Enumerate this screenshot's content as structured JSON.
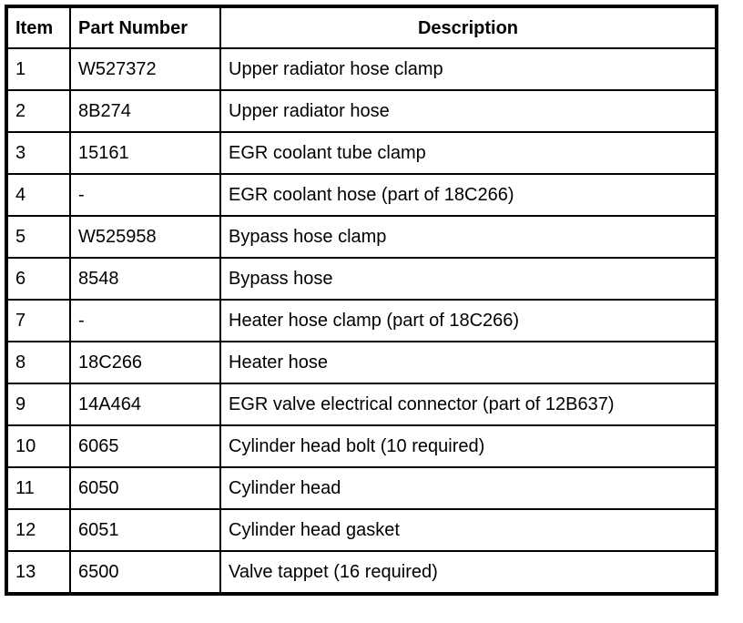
{
  "table": {
    "name": "engine-parts-list",
    "columns": [
      {
        "key": "item",
        "label": "Item",
        "align": "left"
      },
      {
        "key": "part_number",
        "label": "Part Number",
        "align": "left"
      },
      {
        "key": "description",
        "label": "Description",
        "align": "center"
      }
    ],
    "rows": [
      {
        "item": "1",
        "part_number": "W527372",
        "description": "Upper radiator hose clamp"
      },
      {
        "item": "2",
        "part_number": "8B274",
        "description": "Upper radiator hose"
      },
      {
        "item": "3",
        "part_number": "15161",
        "description": "EGR coolant tube clamp"
      },
      {
        "item": "4",
        "part_number": "-",
        "description": "EGR coolant hose (part of 18C266)"
      },
      {
        "item": "5",
        "part_number": "W525958",
        "description": "Bypass hose clamp"
      },
      {
        "item": "6",
        "part_number": "8548",
        "description": "Bypass hose"
      },
      {
        "item": "7",
        "part_number": "-",
        "description": "Heater hose clamp (part of 18C266)"
      },
      {
        "item": "8",
        "part_number": "18C266",
        "description": "Heater hose"
      },
      {
        "item": "9",
        "part_number": "14A464",
        "description": "EGR valve electrical connector (part of 12B637)"
      },
      {
        "item": "10",
        "part_number": "6065",
        "description": "Cylinder head bolt (10 required)"
      },
      {
        "item": "11",
        "part_number": "6050",
        "description": "Cylinder head"
      },
      {
        "item": "12",
        "part_number": "6051",
        "description": "Cylinder head gasket"
      },
      {
        "item": "13",
        "part_number": "6500",
        "description": "Valve tappet (16 required)"
      }
    ]
  },
  "colors": {
    "border": "#000000",
    "background": "#ffffff",
    "text": "#000000"
  }
}
